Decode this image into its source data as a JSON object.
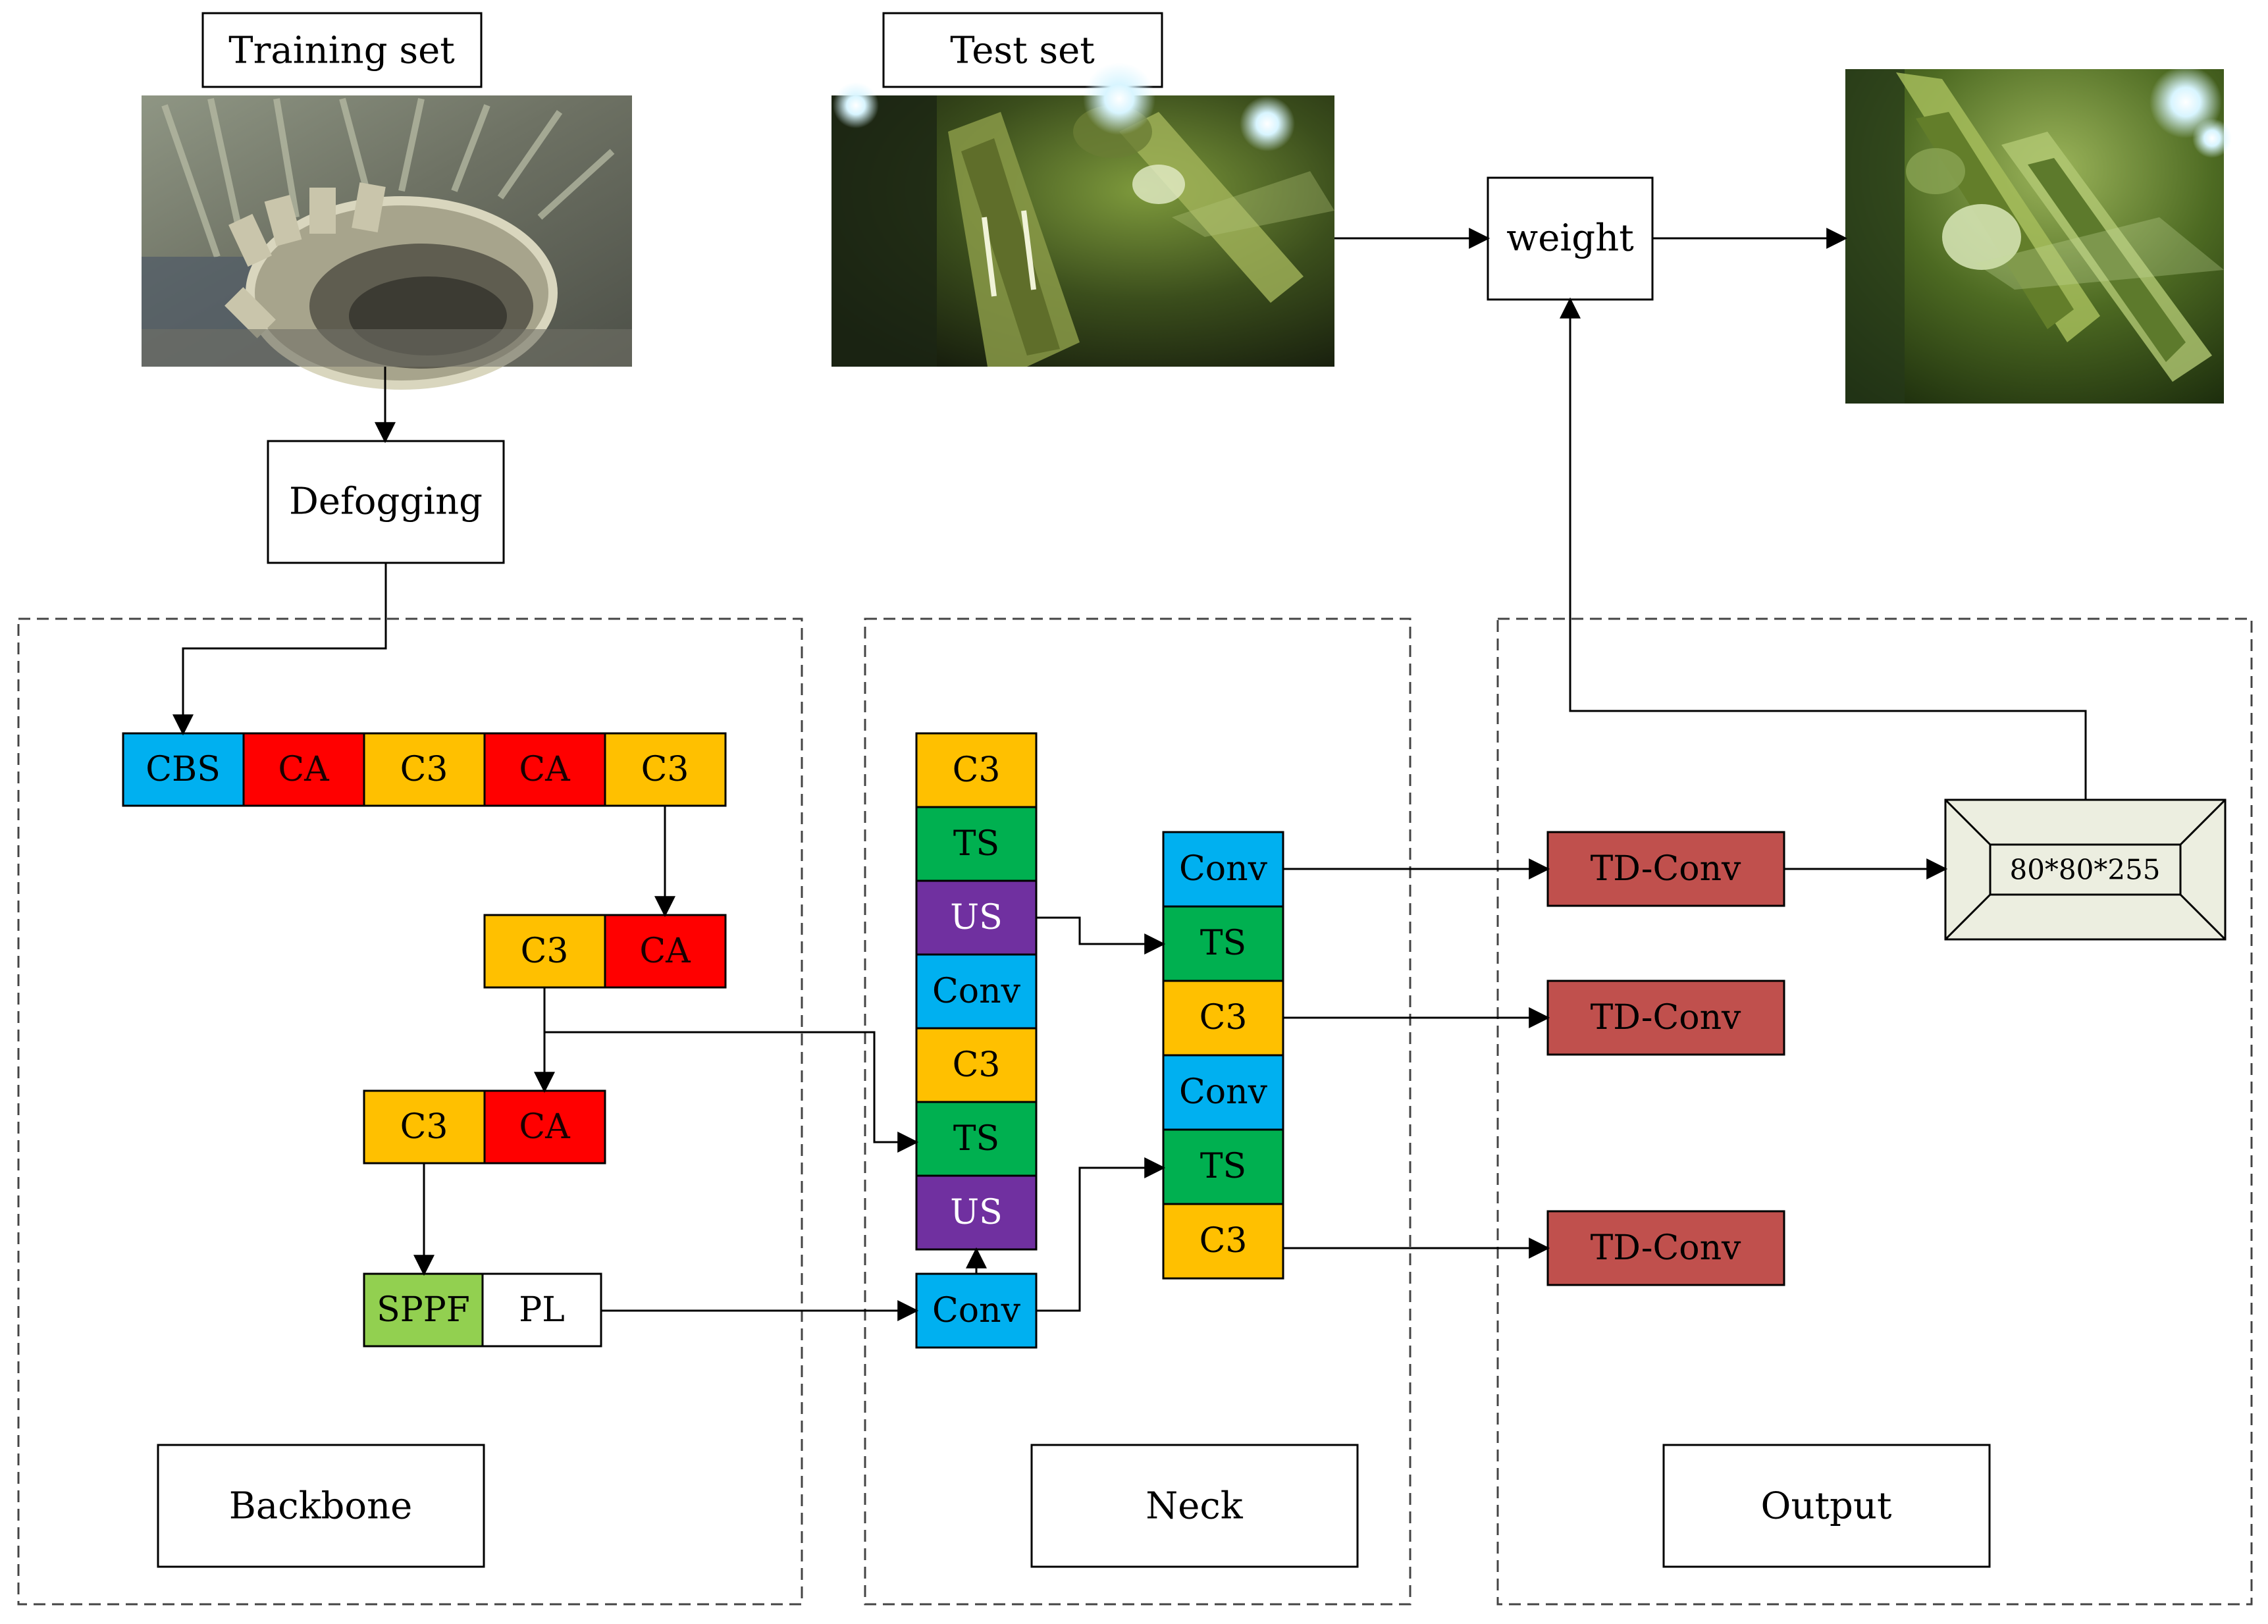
{
  "colors": {
    "blue": "#00b0f0",
    "red": "#ff0000",
    "orange": "#ffc000",
    "green": "#00b050",
    "purple": "#7030a0",
    "lime": "#92d050",
    "brick": "#c0504d",
    "beige": "#eceee0",
    "white": "#ffffff"
  },
  "top": {
    "training_set": "Training set",
    "test_set": "Test set",
    "defogging": "Defogging",
    "weight": "weight"
  },
  "sections": {
    "backbone": "Backbone",
    "neck": "Neck",
    "output": "Output"
  },
  "backbone": {
    "row1": [
      {
        "label": "CBS",
        "color": "blue"
      },
      {
        "label": "CA",
        "color": "red"
      },
      {
        "label": "C3",
        "color": "orange"
      },
      {
        "label": "CA",
        "color": "red"
      },
      {
        "label": "C3",
        "color": "orange"
      }
    ],
    "row2": [
      {
        "label": "C3",
        "color": "orange"
      },
      {
        "label": "CA",
        "color": "red"
      }
    ],
    "row3": [
      {
        "label": "C3",
        "color": "orange"
      },
      {
        "label": "CA",
        "color": "red"
      }
    ],
    "row4": [
      {
        "label": "SPPF",
        "color": "lime"
      },
      {
        "label": "PL",
        "color": "white"
      }
    ]
  },
  "neck": {
    "left_stack": [
      {
        "label": "C3",
        "color": "orange"
      },
      {
        "label": "TS",
        "color": "green"
      },
      {
        "label": "US",
        "color": "purple"
      },
      {
        "label": "Conv",
        "color": "blue"
      },
      {
        "label": "C3",
        "color": "orange"
      },
      {
        "label": "TS",
        "color": "green"
      },
      {
        "label": "US",
        "color": "purple"
      }
    ],
    "bottom_conv": {
      "label": "Conv",
      "color": "blue"
    },
    "right_stack": [
      {
        "label": "Conv",
        "color": "blue"
      },
      {
        "label": "TS",
        "color": "green"
      },
      {
        "label": "C3",
        "color": "orange"
      },
      {
        "label": "Conv",
        "color": "blue"
      },
      {
        "label": "TS",
        "color": "green"
      },
      {
        "label": "C3",
        "color": "orange"
      }
    ]
  },
  "output": {
    "td_conv": [
      "TD-Conv",
      "TD-Conv",
      "TD-Conv"
    ],
    "tensor": "80*80*255"
  }
}
